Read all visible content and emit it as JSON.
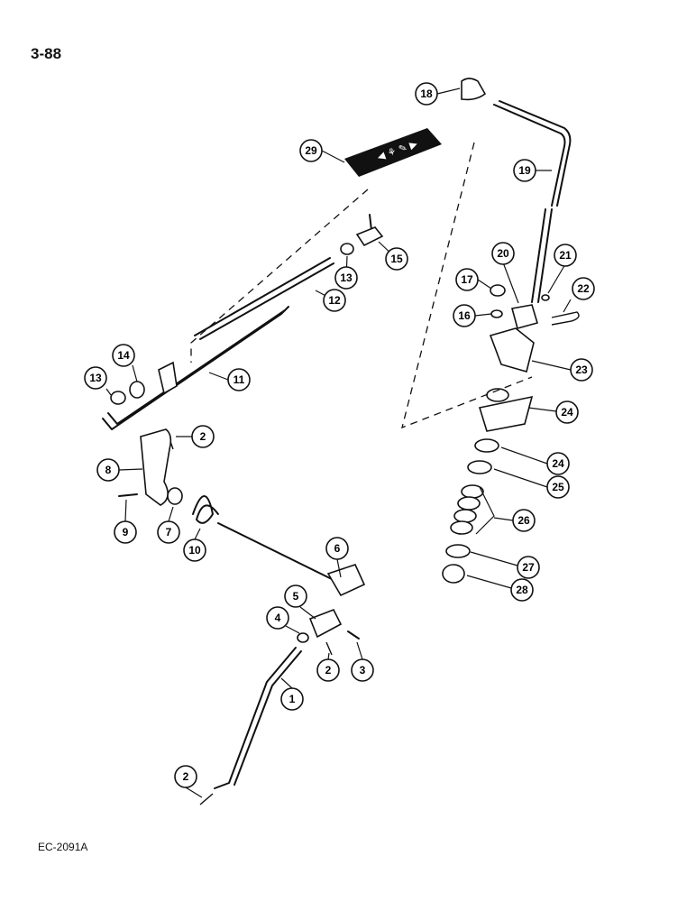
{
  "page": {
    "number": "3-88",
    "reference": "EC-2091A"
  },
  "callouts": {
    "c18": "18",
    "c19": "19",
    "c29": "29",
    "c15": "15",
    "c13a": "13",
    "c12": "12",
    "c20": "20",
    "c21": "21",
    "c17": "17",
    "c22": "22",
    "c16": "16",
    "c14": "14",
    "c13b": "13",
    "c11": "11",
    "c23": "23",
    "c24a": "24",
    "c2a": "2",
    "c8": "8",
    "c24b": "24",
    "c25": "25",
    "c26": "26",
    "c9": "9",
    "c7": "7",
    "c10": "10",
    "c6": "6",
    "c27": "27",
    "c28": "28",
    "c5": "5",
    "c4": "4",
    "c2b": "2",
    "c3": "3",
    "c1": "1",
    "c2c": "2"
  }
}
